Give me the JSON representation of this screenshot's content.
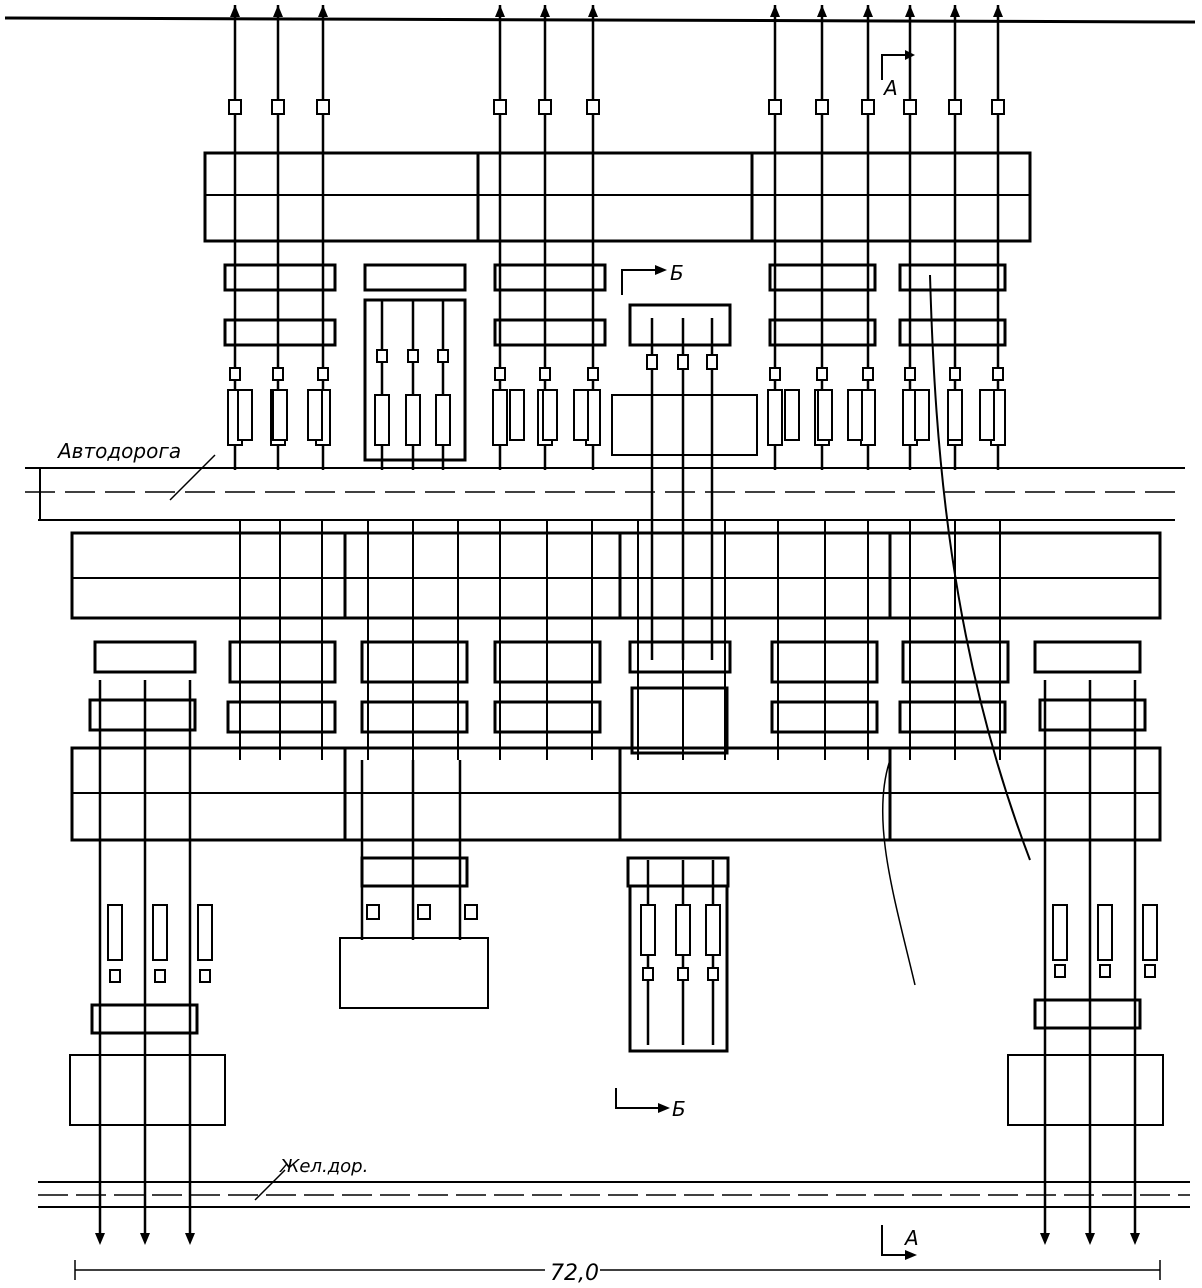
{
  "labels": {
    "road": "Автодорога",
    "rail": "Жел.дор.",
    "section_a_top": "A",
    "section_a_bottom": "A",
    "section_b_top": "Б",
    "section_b_bottom": "Б",
    "dimension": "72,0"
  },
  "colors": {
    "ink": "#000000",
    "paper": "#ffffff"
  }
}
